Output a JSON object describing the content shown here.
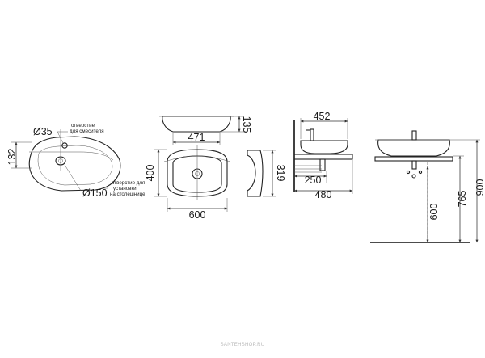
{
  "views": {
    "left": {
      "dia_mixer": "Ø35",
      "mixer_note_1": "отверстие",
      "mixer_note_2": "для смесителя",
      "height_132": "132",
      "dia_counter": "Ø150",
      "counter_note_1": "отверстие для",
      "counter_note_2": "установки",
      "counter_note_3": "на столешнице"
    },
    "center": {
      "width_471": "471",
      "height_135": "135",
      "height_400": "400",
      "width_600": "600",
      "height_319": "319"
    },
    "side_mount": {
      "width_452": "452",
      "width_250": "250",
      "width_480": "480"
    },
    "front_mount": {
      "height_600": "600",
      "height_765": "765",
      "height_900": "900"
    }
  },
  "watermark": "SANTEHSHOP.RU"
}
